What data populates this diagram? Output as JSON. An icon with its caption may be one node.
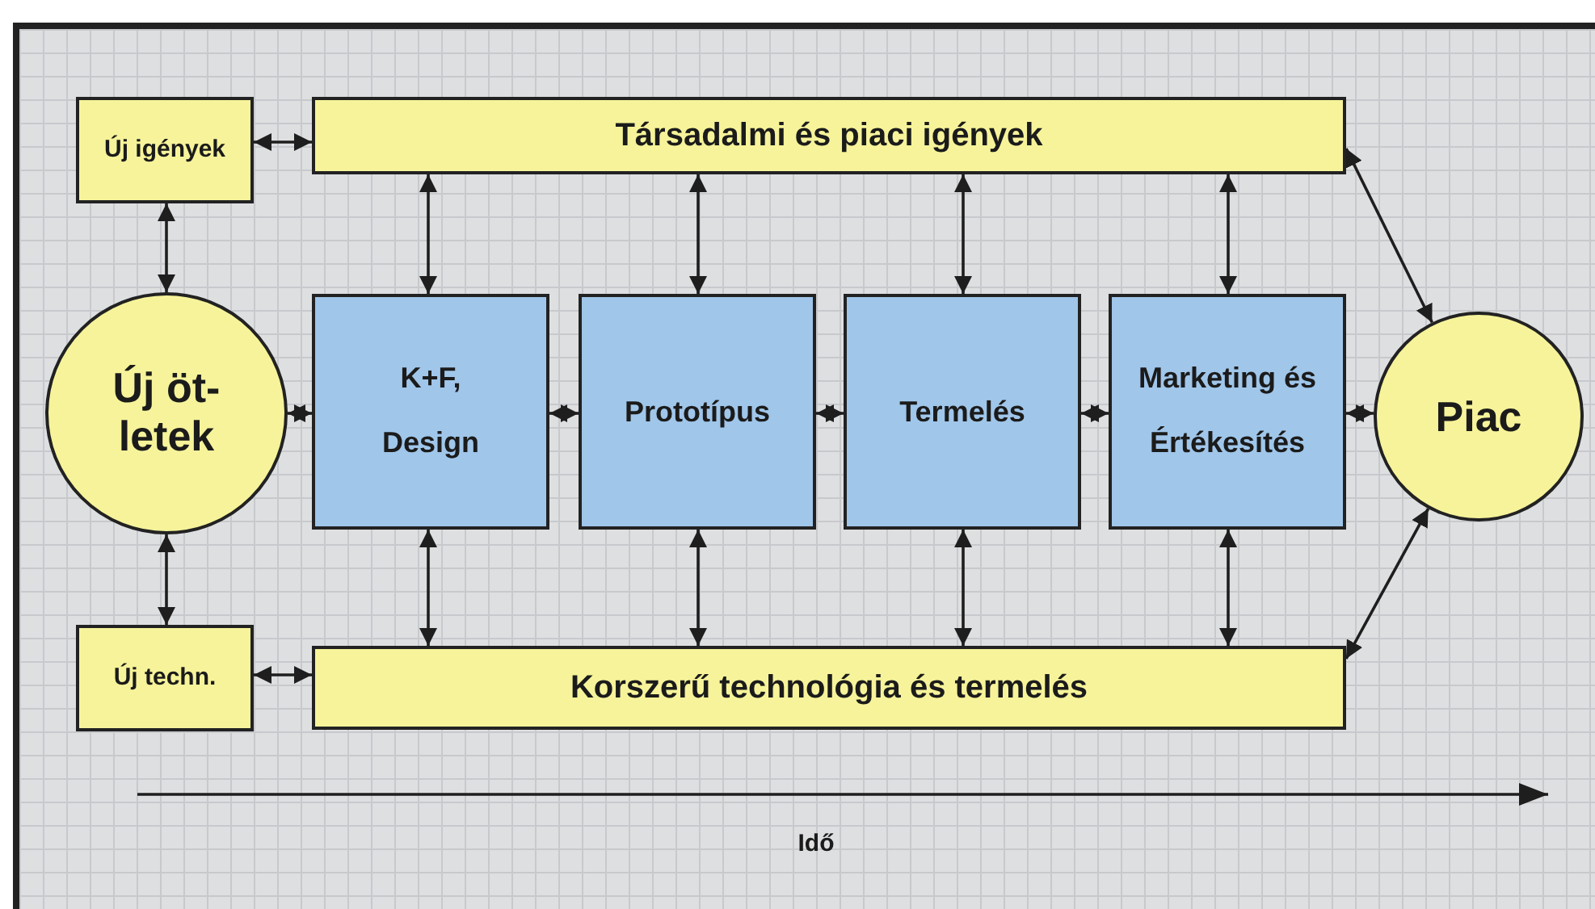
{
  "diagram": {
    "nodes": [
      {
        "text": [
          "Új igények"
        ]
      },
      {
        "text": [
          "Társadalmi és piaci igények"
        ]
      },
      {
        "text": [
          "Új öt- letek"
        ]
      },
      {
        "text": [
          "K+F, Design"
        ]
      },
      {
        "text": [
          "Prototípus"
        ]
      },
      {
        "text": [
          "Termelés"
        ]
      },
      {
        "text": [
          "Marketing és Értékesítés"
        ]
      },
      {
        "text": [
          "Piac"
        ]
      },
      {
        "text": [
          "Új techn."
        ]
      },
      {
        "text": [
          "Korszerű technológia és termelés"
        ]
      }
    ],
    "edges": [
      {
        "from": 0,
        "to": 1,
        "arrow": "both"
      },
      {
        "from": 0,
        "to": 2,
        "arrow": "both"
      },
      {
        "from": 1,
        "to": 3,
        "arrow": "both"
      },
      {
        "from": 1,
        "to": 4,
        "arrow": "both"
      },
      {
        "from": 1,
        "to": 5,
        "arrow": "both"
      },
      {
        "from": 1,
        "to": 6,
        "arrow": "both"
      },
      {
        "from": 1,
        "to": 7,
        "arrow": "both"
      },
      {
        "from": 2,
        "to": 3,
        "arrow": "both"
      },
      {
        "from": 3,
        "to": 4,
        "arrow": "both"
      },
      {
        "from": 4,
        "to": 5,
        "arrow": "both"
      },
      {
        "from": 5,
        "to": 6,
        "arrow": "both"
      },
      {
        "from": 6,
        "to": 7,
        "arrow": "both"
      },
      {
        "from": 2,
        "to": 8,
        "arrow": "both"
      },
      {
        "from": 3,
        "to": 9,
        "arrow": "both"
      },
      {
        "from": 4,
        "to": 9,
        "arrow": "both"
      },
      {
        "from": 5,
        "to": 9,
        "arrow": "both"
      },
      {
        "from": 6,
        "to": 9,
        "arrow": "both"
      },
      {
        "from": 8,
        "to": 9,
        "arrow": "both"
      },
      {
        "from": 9,
        "to": 7,
        "arrow": "both"
      }
    ],
    "labels": [
      "Idő"
    ]
  }
}
